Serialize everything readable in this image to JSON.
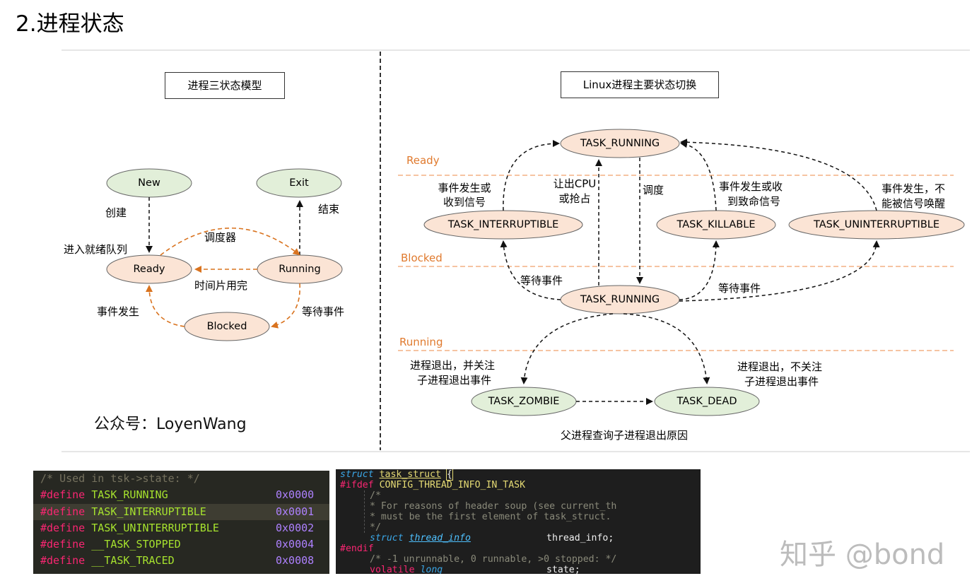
{
  "heading": "2.进程状态",
  "left_diagram": {
    "title": "进程三状态模型",
    "states": {
      "new": "New",
      "exit": "Exit",
      "ready": "Ready",
      "running": "Running",
      "blocked": "Blocked"
    },
    "edges": {
      "create": "创建",
      "enter_ready_queue": "进入就绪队列",
      "scheduler": "调度器",
      "time_slice_used": "时间片用完",
      "wait_event": "等待事件",
      "event_occurs": "事件发生",
      "finish": "结束"
    },
    "watermark": "公众号：LoyenWang"
  },
  "right_diagram": {
    "title": "Linux进程主要状态切换",
    "bands": {
      "ready": "Ready",
      "blocked": "Blocked",
      "running": "Running"
    },
    "states": {
      "running_top": "TASK_RUNNING",
      "interruptible": "TASK_INTERRUPTIBLE",
      "killable": "TASK_KILLABLE",
      "uninterruptible": "TASK_UNINTERRUPTIBLE",
      "running_bottom": "TASK_RUNNING",
      "zombie": "TASK_ZOMBIE",
      "dead": "TASK_DEAD"
    },
    "edges": {
      "event_or_signal_1": "事件发生或",
      "event_or_signal_2": "收到信号",
      "yield_cpu_1": "让出CPU",
      "yield_cpu_2": "或抢占",
      "schedule": "调度",
      "fatal_signal_1": "事件发生或收",
      "fatal_signal_2": "到致命信号",
      "no_signal_wake_1": "事件发生，不",
      "no_signal_wake_2": "能被信号唤醒",
      "wait_event_left": "等待事件",
      "wait_event_right": "等待事件",
      "exit_with_parent_1": "进程退出，并关注",
      "exit_with_parent_2": "子进程退出事件",
      "exit_no_parent_1": "进程退出，不关注",
      "exit_no_parent_2": "子进程退出事件",
      "parent_query": "父进程查询子进程退出原因"
    }
  },
  "code_left": {
    "comment": "/* Used in tsk->state: */",
    "defines": [
      {
        "kw": "#define",
        "name": "TASK_RUNNING",
        "value": "0x0000"
      },
      {
        "kw": "#define",
        "name": "TASK_INTERRUPTIBLE",
        "value": "0x0001"
      },
      {
        "kw": "#define",
        "name": "TASK_UNINTERRUPTIBLE",
        "value": "0x0002"
      },
      {
        "kw": "#define",
        "name": "__TASK_STOPPED",
        "value": "0x0004"
      },
      {
        "kw": "#define",
        "name": "__TASK_TRACED",
        "value": "0x0008"
      }
    ]
  },
  "code_right": {
    "l1_kw": "struct",
    "l1_name": "task_struct",
    "l1_brace": "{",
    "l2_pre": "#ifdef",
    "l2_macro": "CONFIG_THREAD_INFO_IN_TASK",
    "l3": "/*",
    "l4": "* For reasons of header soup (see current_th",
    "l5": "* must be the first element of task_struct.",
    "l6": "*/",
    "l7_kw": "struct",
    "l7_type": "thread_info",
    "l7_field": "thread_info;",
    "l8": "#endif",
    "l9": "/* -1 unrunnable, 0 runnable, >0 stopped: */",
    "l10_kw1": "volatile",
    "l10_kw2": "long",
    "l10_field": "state;"
  },
  "zhihu_watermark": "知乎 @bond",
  "colors": {
    "green_node": "#e2efd9",
    "orange_node": "#fbe4d5",
    "orange_line": "#e07a2e",
    "band_line": "#f4b183"
  }
}
